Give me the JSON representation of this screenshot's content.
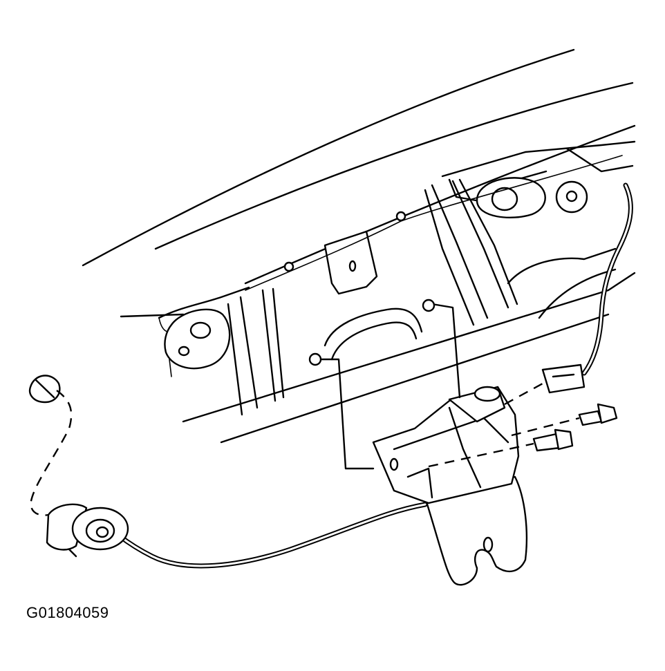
{
  "figure": {
    "caption": "G01804059"
  },
  "colors": {
    "line": "#000000",
    "background": "#ffffff"
  },
  "parts": [
    {
      "name": "cowl-outline"
    },
    {
      "name": "dash-panel"
    },
    {
      "name": "mounting-bracket"
    },
    {
      "name": "actuator-module"
    },
    {
      "name": "electrical-connector"
    },
    {
      "name": "mounting-bolt-upper"
    },
    {
      "name": "mounting-bolt-lower"
    },
    {
      "name": "cable-assembly"
    },
    {
      "name": "cable-end-socket"
    },
    {
      "name": "retaining-clip"
    }
  ]
}
